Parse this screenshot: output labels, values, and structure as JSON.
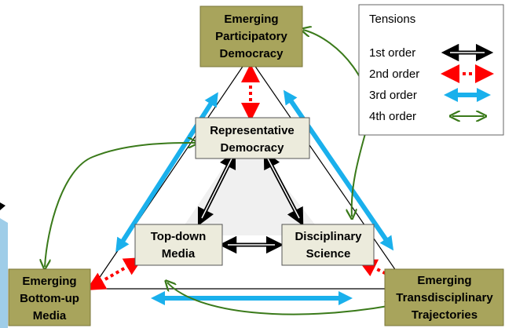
{
  "nodes": {
    "participatory": [
      "Emerging",
      "Participatory",
      "Democracy"
    ],
    "bottomup": [
      "Emerging",
      "Bottom-up",
      "Media"
    ],
    "transdisciplinary": [
      "Emerging",
      "Transdisciplinary",
      "Trajectories"
    ],
    "representative": [
      "Representative",
      "Democracy"
    ],
    "topdown": [
      "Top-down",
      "Media"
    ],
    "disciplinary": [
      "Disciplinary",
      "Science"
    ]
  },
  "legend": {
    "title": "Tensions",
    "items": [
      {
        "label": "1st order",
        "color": "#000000",
        "style": "double-outline"
      },
      {
        "label": "2nd order",
        "color": "#ff0000",
        "style": "dotted"
      },
      {
        "label": "3rd order",
        "color": "#1ab0ec",
        "style": "thick"
      },
      {
        "label": "4th order",
        "color": "#3a7a1a",
        "style": "thin"
      }
    ]
  },
  "colors": {
    "outer_node_fill": "#a8a45c",
    "inner_node_fill": "#ecebdc",
    "inner_triangle_fill": "#f0f0f0",
    "first_order": "#000000",
    "second_order": "#ff0000",
    "third_order": "#1ab0ec",
    "fourth_order": "#3a7a1a"
  }
}
